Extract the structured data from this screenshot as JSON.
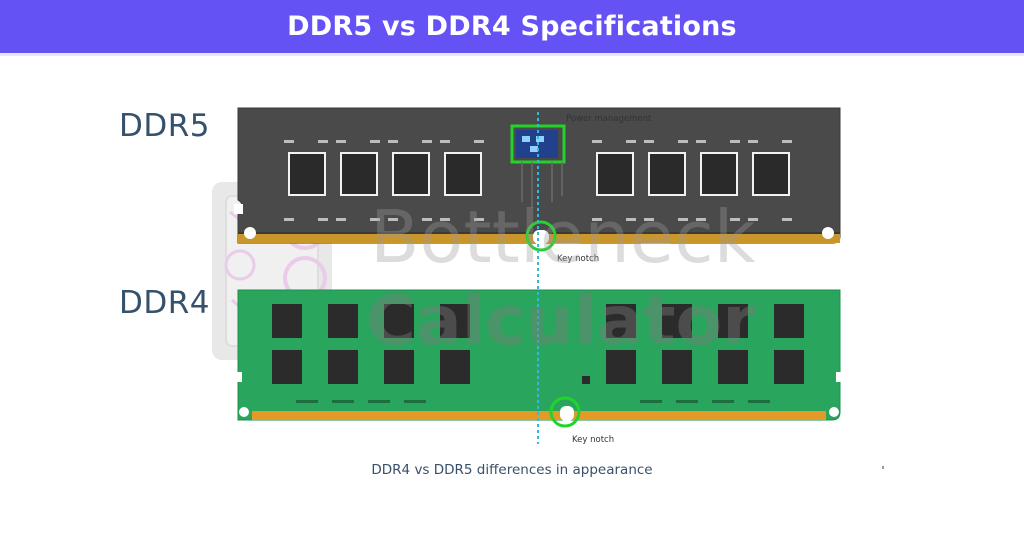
{
  "header": {
    "title": "DDR5 vs DDR4 Specifications"
  },
  "modules": {
    "ddr5": {
      "label": "DDR5",
      "chip_label": "Power management",
      "notch_label": "Key notch"
    },
    "ddr4": {
      "label": "DDR4",
      "notch_label": "Key notch"
    }
  },
  "watermark": {
    "line1": "Bottleneck",
    "line2": "Calculator"
  },
  "caption": "DDR4 vs DDR5 differences in appearance",
  "colors": {
    "banner": "#6552f5",
    "ddr5_board": "#4a4a4a",
    "ddr4_board": "#2aa55e",
    "gold_pins": "#c9962c",
    "highlight": "#22d32a",
    "guide_line": "#39b6d8"
  }
}
